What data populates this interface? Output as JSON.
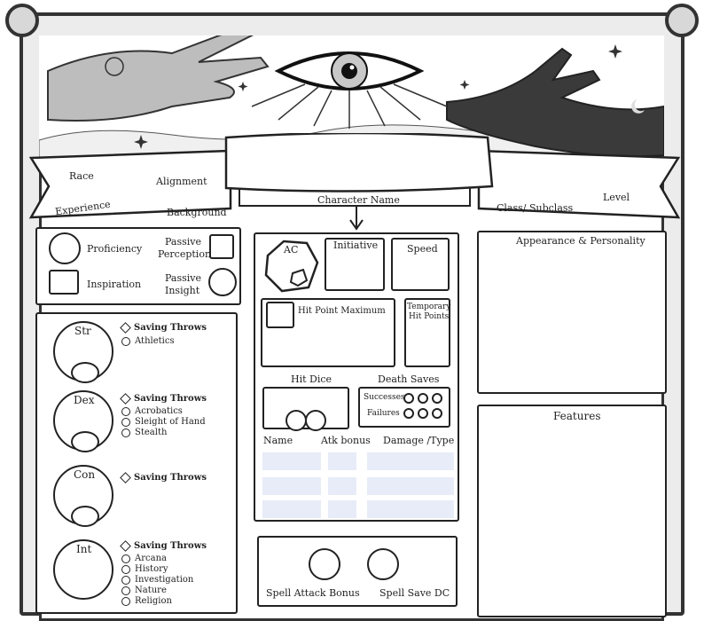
{
  "banner": {
    "race": "Race",
    "alignment": "Alignment",
    "experience": "Experience",
    "background": "Background",
    "character_name": "Character Name",
    "class_subclass": "Class/ Subclass",
    "level": "Level"
  },
  "top_left": {
    "proficiency": "Proficiency",
    "passive_perception": [
      "Passive",
      "Perception"
    ],
    "inspiration": "Inspiration",
    "passive_insight": [
      "Passive",
      "Insight"
    ]
  },
  "abilities": [
    {
      "abbr": "Str",
      "saving": "Saving Throws",
      "skills": [
        "Athletics"
      ]
    },
    {
      "abbr": "Dex",
      "saving": "Saving Throws",
      "skills": [
        "Acrobatics",
        "Sleight of Hand",
        "Stealth"
      ]
    },
    {
      "abbr": "Con",
      "saving": "Saving Throws",
      "skills": []
    },
    {
      "abbr": "Int",
      "saving": "Saving Throws",
      "skills": [
        "Arcana",
        "History",
        "Investigation",
        "Nature",
        "Religion"
      ]
    }
  ],
  "combat": {
    "ac": "AC",
    "initiative": "Initiative",
    "speed": "Speed",
    "hp_max": "Hit Point Maximum",
    "temp_hp": [
      "Temporary",
      "Hit Points"
    ],
    "hit_dice": "Hit Dice",
    "death_saves": "Death Saves",
    "successes": "Successes",
    "failures": "Failures"
  },
  "attacks": {
    "headers": [
      "Name",
      "Atk bonus",
      "Damage /Type"
    ]
  },
  "spells": {
    "attack_bonus": "Spell Attack Bonus",
    "save_dc": "Spell Save DC"
  },
  "right": {
    "appearance": "Appearance & Personality",
    "features": "Features"
  }
}
